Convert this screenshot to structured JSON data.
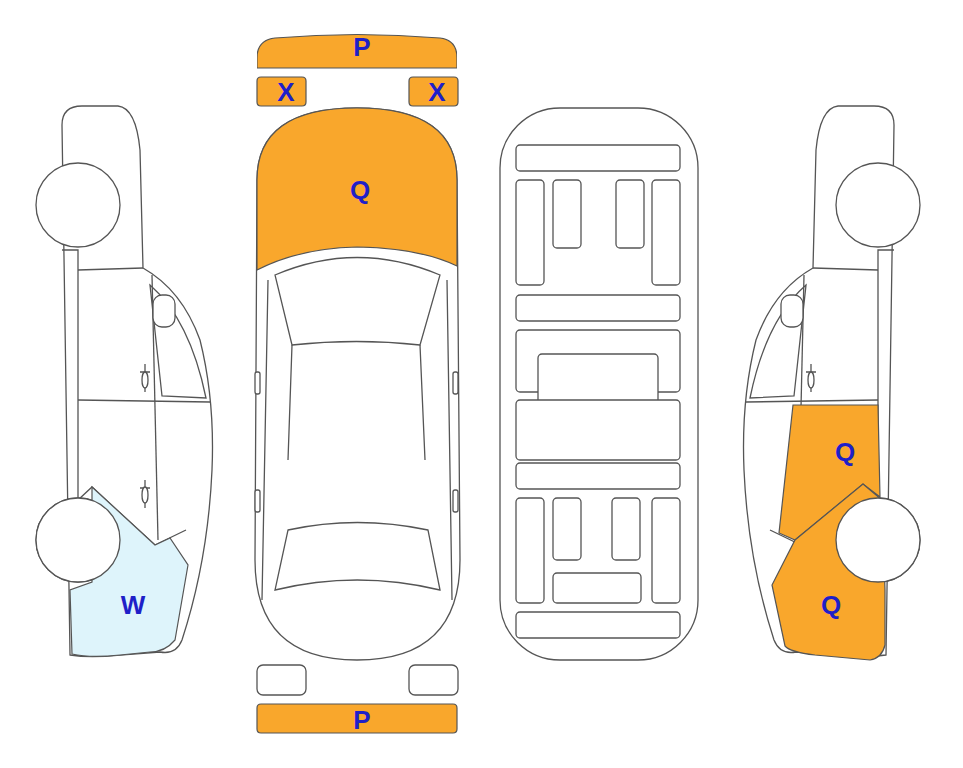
{
  "diagram": {
    "nodes": [
      {
        "text": [
          "P"
        ]
      },
      {
        "text": [
          "X"
        ]
      },
      {
        "text": [
          "X"
        ]
      },
      {
        "text": [
          "Q"
        ]
      },
      {
        "text": [
          "Q"
        ]
      },
      {
        "text": [
          "W"
        ]
      },
      {
        "text": [
          "Q"
        ]
      },
      {
        "text": [
          "P"
        ]
      }
    ]
  }
}
